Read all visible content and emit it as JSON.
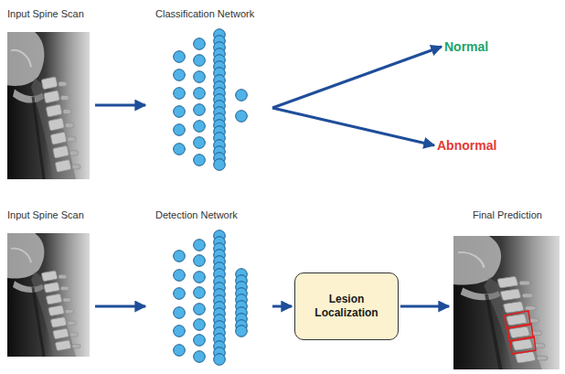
{
  "diagram": {
    "nodes": [
      {
        "text": [
          "Input Spine Scan"
        ]
      },
      {
        "text": [
          "Classification Network"
        ]
      },
      {
        "text": [
          "Normal"
        ]
      },
      {
        "text": [
          "Abnormal"
        ]
      },
      {
        "text": [
          "Input Spine Scan"
        ]
      },
      {
        "text": [
          "Detection Network"
        ]
      },
      {
        "text": [
          "Lesion Localization"
        ]
      },
      {
        "text": [
          "Final Prediction"
        ]
      }
    ],
    "edges": [
      {
        "from": 0,
        "to": 1,
        "arrow": "to"
      },
      {
        "from": 1,
        "to": 2,
        "arrow": "to"
      },
      {
        "from": 1,
        "to": 3,
        "arrow": "to"
      },
      {
        "from": 4,
        "to": 5,
        "arrow": "to"
      },
      {
        "from": 5,
        "to": 6,
        "arrow": "to"
      },
      {
        "from": 6,
        "to": 7,
        "arrow": "to"
      }
    ]
  }
}
